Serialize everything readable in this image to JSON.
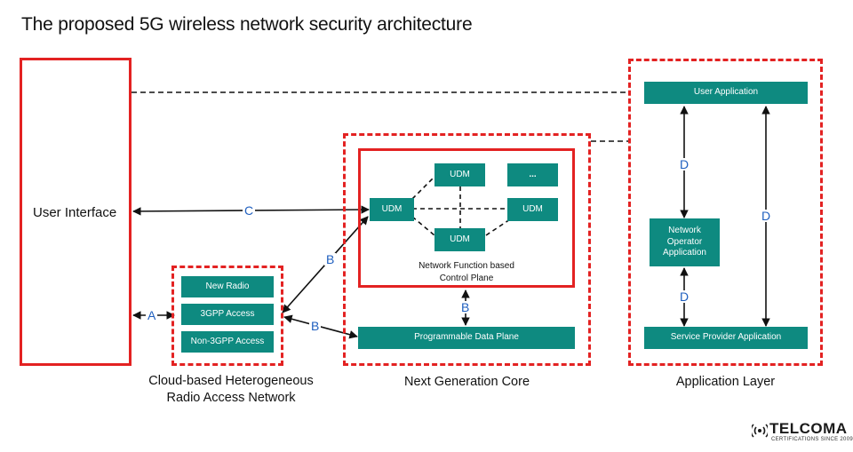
{
  "title": "The proposed 5G wireless network security architecture",
  "user_interface": {
    "label": "User Interface"
  },
  "radio_access": {
    "boxes": [
      "New Radio",
      "3GPP Access",
      "Non-3GPP Access"
    ],
    "caption": [
      "Cloud-based Heterogeneous",
      "Radio Access Network"
    ]
  },
  "core": {
    "control_plane": {
      "nodes": [
        "UDM",
        "UDM",
        "UDM",
        "UDM",
        "..."
      ],
      "caption": [
        "Network Function based",
        "Control Plane"
      ]
    },
    "data_plane": "Programmable Data Plane",
    "caption": "Next Generation Core"
  },
  "application_layer": {
    "user_app": "User Application",
    "network_operator_app": [
      "Network",
      "Operator",
      "Application"
    ],
    "service_provider_app": "Service Provider Application",
    "caption": "Application Layer"
  },
  "interfaces": {
    "a": "A",
    "b1": "B",
    "b2": "B",
    "b3": "B",
    "c": "C",
    "d1": "D",
    "d2": "D",
    "d3": "D"
  },
  "logo": {
    "name": "TELCOMA",
    "tagline": "CERTIFICATIONS SINCE 2009"
  },
  "colors": {
    "red": "#e32222",
    "teal": "#0e8a80",
    "letter_blue": "#1f5fbf"
  }
}
